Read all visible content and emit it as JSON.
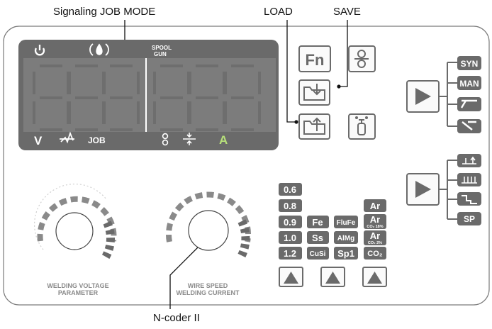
{
  "callouts": {
    "job_mode": "Signaling JOB MODE",
    "load": "LOAD",
    "save": "SAVE",
    "ncoder": "N-coder II"
  },
  "display": {
    "spool_gun": [
      "SPOOL",
      "GUN"
    ],
    "volt_unit": "V",
    "job": "JOB",
    "amp_unit": "A"
  },
  "buttons": {
    "fn": "Fn"
  },
  "modes": [
    "SYN",
    "MAN"
  ],
  "sub_modes": [
    "SP"
  ],
  "wire_sizes": [
    "0.6",
    "0.8",
    "0.9",
    "1.0",
    "1.2"
  ],
  "materials": [
    "Fe",
    "Ss",
    "CuSi"
  ],
  "materials2": [
    "FluFe",
    "AlMg",
    "Sp1"
  ],
  "gases": {
    "ar": "Ar",
    "ar18_main": "Ar",
    "ar18_sub": "CO₂ 18%",
    "ar2_main": "Ar",
    "ar2_sub": "CO₂ 2%",
    "co2": "CO₂"
  },
  "knobs": {
    "left": [
      "WELDING VOLTAGE",
      "PARAMETER"
    ],
    "right": [
      "WIRE SPEED",
      "WELDING CURRENT"
    ]
  },
  "colors": {
    "panel": "#6a6a6a",
    "amp_green": "#b7e07a",
    "segment": "#6e6e6e"
  }
}
